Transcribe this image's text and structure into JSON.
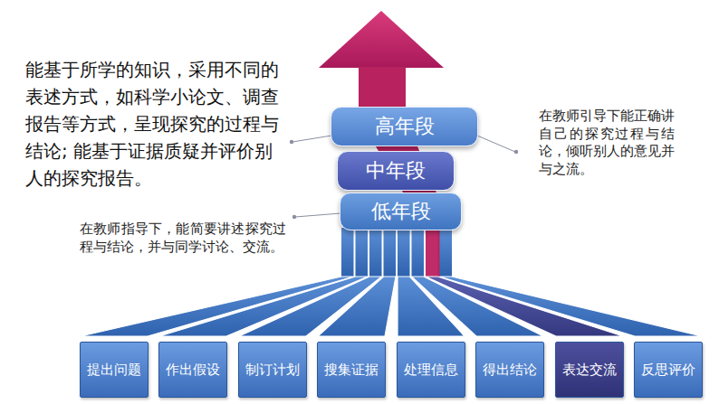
{
  "diagram": {
    "nodes": [
      {
        "text": [
          "高年段"
        ]
      },
      {
        "text": [
          "中年段"
        ]
      },
      {
        "text": [
          "低年段"
        ]
      },
      {
        "text": [
          "提出问题"
        ]
      },
      {
        "text": [
          "作出假设"
        ]
      },
      {
        "text": [
          "制订计划"
        ]
      },
      {
        "text": [
          "搜集证据"
        ]
      },
      {
        "text": [
          "处理信息"
        ]
      },
      {
        "text": [
          "得出结论"
        ]
      },
      {
        "text": [
          "表达交流"
        ]
      },
      {
        "text": [
          "反思评价"
        ]
      }
    ],
    "labels": [
      "能基于所学的知识，采用不同的表述方式，如科学小论文、调查报告等方式，呈现探究的过程与结论; 能基于证据质疑并评价别人的探究报告。",
      "在教师引导下能正确讲自己的探究过程与结论，倾听别人的意见并与之流。",
      "在教师指导下，能简要讲述探究过程与结论，并与同学讨论、交流。"
    ]
  }
}
